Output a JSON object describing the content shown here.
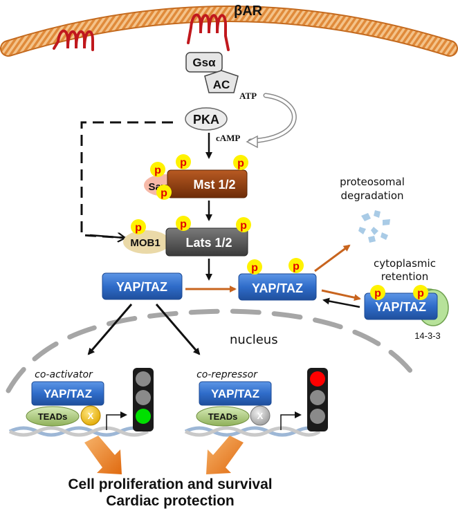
{
  "receptor": {
    "label": "βAR"
  },
  "signaling": {
    "gsa": "Gsα",
    "ac": "AC",
    "atp": "ATP",
    "camp": "cAMP",
    "pka": "PKA"
  },
  "kinases": {
    "mst": "Mst 1/2",
    "sav": "Sav1",
    "lats": "Lats 1/2",
    "mob": "MOB1",
    "p": "p"
  },
  "yap": {
    "label": "YAP/TAZ",
    "protein_1433": "14-3-3"
  },
  "fates": {
    "proteosomal_line1": "proteosomal",
    "proteosomal_line2": "degradation",
    "cytoplasmic_line1": "cytoplasmic",
    "cytoplasmic_line2": "retention"
  },
  "nucleus": {
    "label": "nucleus",
    "coactivator": "co-activator",
    "corepressor": "co-repressor",
    "teads": "TEADs",
    "x": "X"
  },
  "outcome": {
    "line1": "Cell proliferation and survival",
    "line2": "Cardiac protection"
  },
  "colors": {
    "membrane": "#e8a04a",
    "receptor": "#c0181d",
    "yap_blue": "#2f6cc9",
    "mst_brown": "#8a3d12",
    "lats_gray": "#4d4d4d",
    "orange_arrow": "#c8641e",
    "p_yellow": "#fff200",
    "p_red": "#e00000",
    "light_green": "#00e000",
    "light_red": "#ff0000"
  }
}
